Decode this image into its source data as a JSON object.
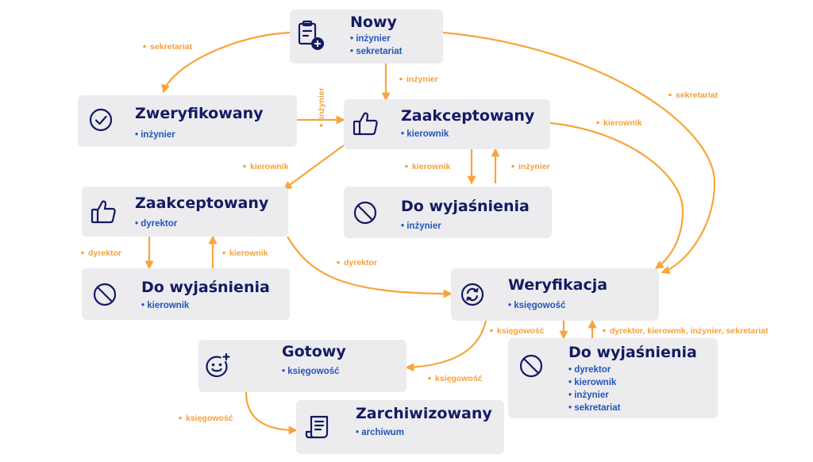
{
  "colors": {
    "node_background": "#ececef",
    "title": "#141a63",
    "role": "#2355b8",
    "arrow": "#f7a53a",
    "arrow_label": "#f5a03b"
  },
  "nodes": {
    "nowy": {
      "title": "Nowy",
      "icon": "clipboard-add-icon",
      "roles": [
        "inżynier",
        "sekretariat"
      ]
    },
    "zweryfikowany": {
      "title": "Zweryfikowany",
      "icon": "check-circle-icon",
      "roles": [
        "inżynier"
      ]
    },
    "zaakceptowany_kierownik": {
      "title": "Zaakceptowany",
      "icon": "thumbs-up-icon",
      "roles": [
        "kierownik"
      ]
    },
    "zaakceptowany_dyrektor": {
      "title": "Zaakceptowany",
      "icon": "thumbs-up-icon",
      "roles": [
        "dyrektor"
      ]
    },
    "wyjasnienie_inzynier": {
      "title": "Do wyjaśnienia",
      "icon": "prohibited-icon",
      "roles": [
        "inżynier"
      ]
    },
    "wyjasnienie_kierownik": {
      "title": "Do wyjaśnienia",
      "icon": "prohibited-icon",
      "roles": [
        "kierownik"
      ]
    },
    "weryfikacja": {
      "title": "Weryfikacja",
      "icon": "sync-icon",
      "roles": [
        "księgowość"
      ]
    },
    "wyjasnienie_ksiegowosc": {
      "title": "Do wyjaśnienia",
      "icon": "prohibited-icon",
      "roles": [
        "dyrektor",
        "kierownik",
        "inżynier",
        "sekretariat"
      ]
    },
    "gotowy": {
      "title": "Gotowy",
      "icon": "smiley-add-icon",
      "roles": [
        "księgowość"
      ]
    },
    "zarchiwizowany": {
      "title": "Zarchiwizowany",
      "icon": "receipt-icon",
      "roles": [
        "archiwum"
      ]
    }
  },
  "edges": [
    {
      "from": "nowy",
      "to": "zweryfikowany",
      "label": "sekretariat"
    },
    {
      "from": "nowy",
      "to": "zaakceptowany_kierownik",
      "label": "inżynier"
    },
    {
      "from": "nowy",
      "to": "weryfikacja",
      "label": "sekretariat"
    },
    {
      "from": "zweryfikowany",
      "to": "zaakceptowany_kierownik",
      "label": "inżynier"
    },
    {
      "from": "zaakceptowany_kierownik",
      "to": "zaakceptowany_dyrektor",
      "label": "kierownik"
    },
    {
      "from": "zaakceptowany_kierownik",
      "to": "wyjasnienie_inzynier",
      "label": "kierownik"
    },
    {
      "from": "wyjasnienie_inzynier",
      "to": "zaakceptowany_kierownik",
      "label": "inżynier"
    },
    {
      "from": "zaakceptowany_kierownik",
      "to": "weryfikacja",
      "label": "kierownik"
    },
    {
      "from": "zaakceptowany_dyrektor",
      "to": "wyjasnienie_kierownik",
      "label": "dyrektor"
    },
    {
      "from": "wyjasnienie_kierownik",
      "to": "zaakceptowany_dyrektor",
      "label": "kierownik"
    },
    {
      "from": "zaakceptowany_dyrektor",
      "to": "weryfikacja",
      "label": "dyrektor"
    },
    {
      "from": "weryfikacja",
      "to": "wyjasnienie_ksiegowosc",
      "label": "księgowość"
    },
    {
      "from": "wyjasnienie_ksiegowosc",
      "to": "weryfikacja",
      "label": "dyrektor, kierownik, inżynier, sekretariat"
    },
    {
      "from": "weryfikacja",
      "to": "gotowy",
      "label": "księgowość"
    },
    {
      "from": "gotowy",
      "to": "zarchiwizowany",
      "label": "księgowość"
    }
  ]
}
